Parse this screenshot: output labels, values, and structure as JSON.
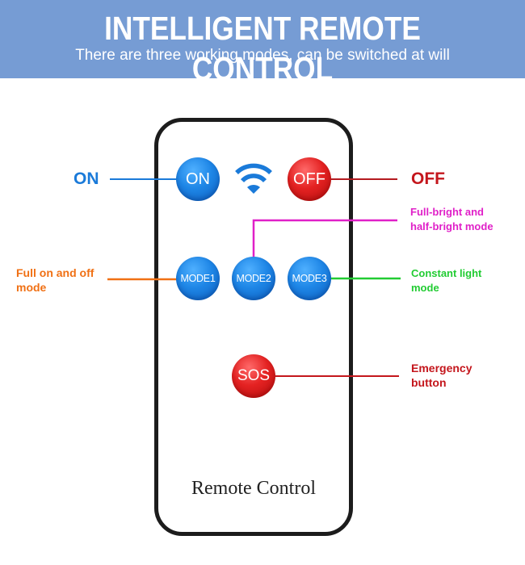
{
  "header": {
    "title": "INTELLIGENT REMOTE CONTROL",
    "subtitle": "There are three working modes, can be switched at will",
    "background": "#769cd4"
  },
  "remote": {
    "label": "Remote Control",
    "signal_icon": "wifi-icon",
    "buttons": {
      "on": "ON",
      "off": "OFF",
      "mode1": "MODE1",
      "mode2": "MODE2",
      "mode3": "MODE3",
      "sos": "SOS"
    }
  },
  "callouts": {
    "on": {
      "text": "ON",
      "color": "#1a7ad9"
    },
    "off": {
      "text": "OFF",
      "color": "#c4161c"
    },
    "mode1": {
      "line1": "Full on and off",
      "line2": "mode",
      "color": "#f07014"
    },
    "mode2": {
      "line1": "Full-bright and",
      "line2": "half-bright mode",
      "color": "#e020c8"
    },
    "mode3": {
      "line1": "Constant light",
      "line2": "mode",
      "color": "#22cc33"
    },
    "sos": {
      "line1": "Emergency",
      "line2": "button",
      "color": "#c4161c"
    }
  }
}
